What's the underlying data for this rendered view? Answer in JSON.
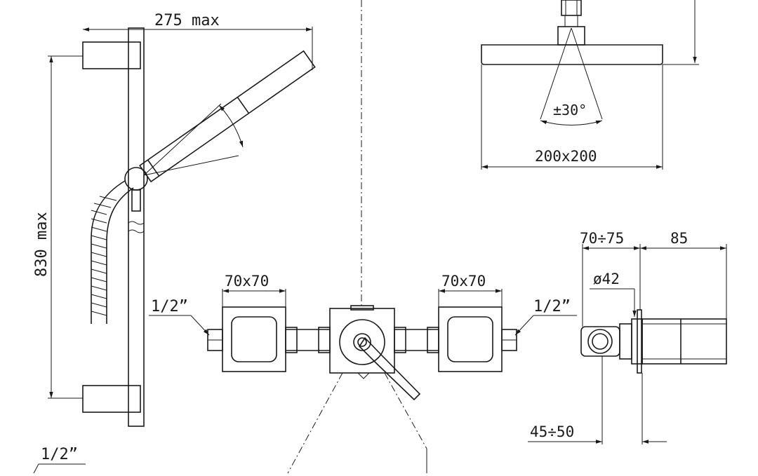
{
  "dimensions": {
    "shower_arm_max": "275  max",
    "rail_height_max": "830  max",
    "head_tilt": "±30°",
    "head_size": "200x200",
    "left_body_size": "70x70",
    "right_body_size": "70x70",
    "left_inlet_thread": "1/2”",
    "right_inlet_thread": "1/2”",
    "bottom_thread": "1/2”",
    "plate_depth": "70÷75",
    "handle_depth": "85",
    "flange_diameter": "ø42",
    "wall_recess": "45÷50"
  },
  "colors": {
    "ink": "#1a1a1a",
    "background": "#ffffff"
  }
}
